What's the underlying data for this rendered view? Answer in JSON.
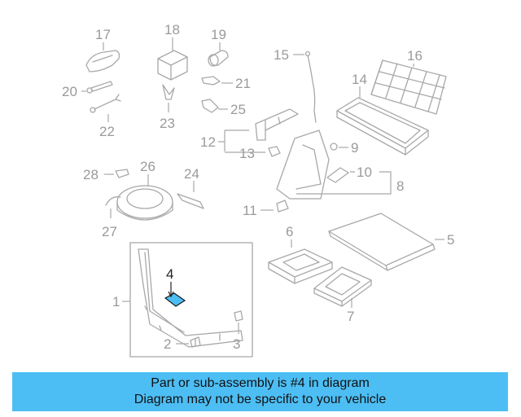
{
  "highlight": {
    "color": "#4dbef4",
    "part": "4"
  },
  "callouts": [
    {
      "id": "1",
      "text": "1"
    },
    {
      "id": "2",
      "text": "2"
    },
    {
      "id": "3",
      "text": "3"
    },
    {
      "id": "4",
      "text": "4"
    },
    {
      "id": "5",
      "text": "5"
    },
    {
      "id": "6",
      "text": "6"
    },
    {
      "id": "7",
      "text": "7"
    },
    {
      "id": "8",
      "text": "8"
    },
    {
      "id": "9",
      "text": "9"
    },
    {
      "id": "10",
      "text": "10"
    },
    {
      "id": "11",
      "text": "11"
    },
    {
      "id": "12",
      "text": "12"
    },
    {
      "id": "13",
      "text": "13"
    },
    {
      "id": "14",
      "text": "14"
    },
    {
      "id": "15",
      "text": "15"
    },
    {
      "id": "16",
      "text": "16"
    },
    {
      "id": "17",
      "text": "17"
    },
    {
      "id": "18",
      "text": "18"
    },
    {
      "id": "19",
      "text": "19"
    },
    {
      "id": "20",
      "text": "20"
    },
    {
      "id": "21",
      "text": "21"
    },
    {
      "id": "22",
      "text": "22"
    },
    {
      "id": "23",
      "text": "23"
    },
    {
      "id": "24",
      "text": "24"
    },
    {
      "id": "25",
      "text": "25"
    },
    {
      "id": "26",
      "text": "26"
    },
    {
      "id": "27",
      "text": "27"
    },
    {
      "id": "28",
      "text": "28"
    }
  ],
  "caption": {
    "line1": "Part or sub-assembly is #4 in diagram",
    "line2": "Diagram may not be specific to your vehicle"
  }
}
